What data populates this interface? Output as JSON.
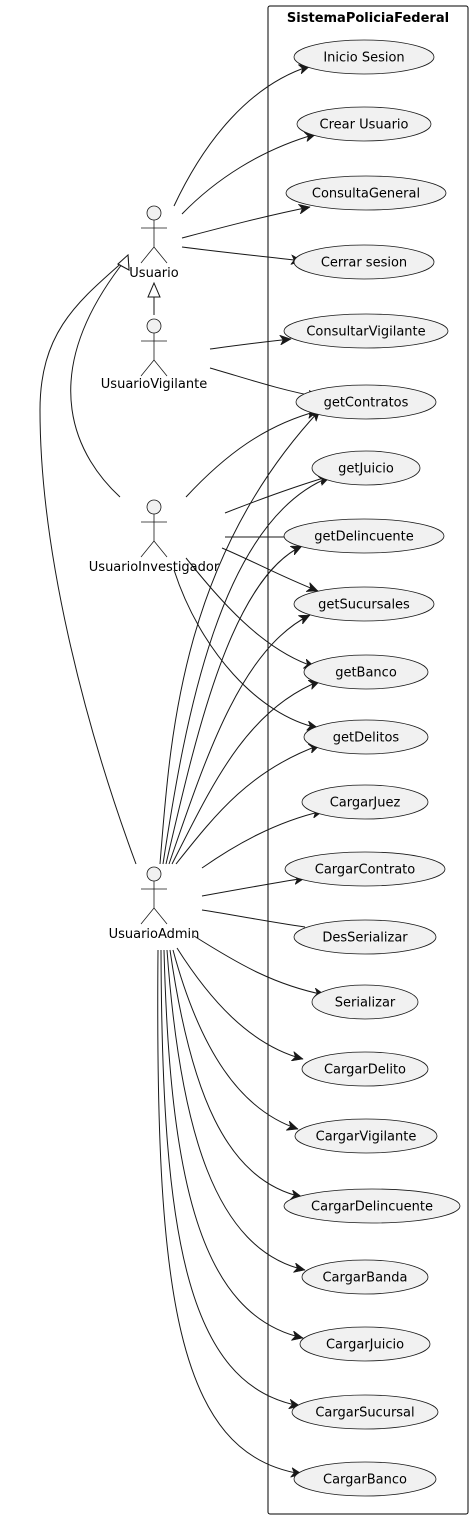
{
  "system": {
    "name": "SistemaPoliciaFederal"
  },
  "actors": [
    {
      "id": "usuario",
      "label": "Usuario"
    },
    {
      "id": "vigilante",
      "label": "UsuarioVigilante"
    },
    {
      "id": "investigador",
      "label": "UsuarioInvestigador"
    },
    {
      "id": "admin",
      "label": "UsuarioAdmin"
    }
  ],
  "use_cases": [
    {
      "id": "inicio",
      "label": "Inicio Sesion"
    },
    {
      "id": "crear",
      "label": "Crear Usuario"
    },
    {
      "id": "consulta",
      "label": "ConsultaGeneral"
    },
    {
      "id": "cerrar",
      "label": "Cerrar sesion"
    },
    {
      "id": "consultarvig",
      "label": "ConsultarVigilante"
    },
    {
      "id": "getcontratos",
      "label": "getContratos"
    },
    {
      "id": "getjuicio",
      "label": "getJuicio"
    },
    {
      "id": "getdelincuente",
      "label": "getDelincuente"
    },
    {
      "id": "getsucursales",
      "label": "getSucursales"
    },
    {
      "id": "getbanco",
      "label": "getBanco"
    },
    {
      "id": "getdelitos",
      "label": "getDelitos"
    },
    {
      "id": "cargarjuez",
      "label": "CargarJuez"
    },
    {
      "id": "cargarcontrato",
      "label": "CargarContrato"
    },
    {
      "id": "desserializar",
      "label": "DesSerializar"
    },
    {
      "id": "serializar",
      "label": "Serializar"
    },
    {
      "id": "cargardelito",
      "label": "CargarDelito"
    },
    {
      "id": "cargarvigilante",
      "label": "CargarVigilante"
    },
    {
      "id": "cargardelincuente",
      "label": "CargarDelincuente"
    },
    {
      "id": "cargarbanda",
      "label": "CargarBanda"
    },
    {
      "id": "cargarjuicio",
      "label": "CargarJuicio"
    },
    {
      "id": "cargarsucursal",
      "label": "CargarSucursal"
    },
    {
      "id": "cargarbanco",
      "label": "CargarBanco"
    }
  ],
  "generalizations": [
    {
      "from": "vigilante",
      "to": "usuario"
    },
    {
      "from": "investigador",
      "to": "usuario"
    },
    {
      "from": "admin",
      "to": "usuario"
    }
  ],
  "associations": [
    {
      "actor": "usuario",
      "use_case": "inicio"
    },
    {
      "actor": "usuario",
      "use_case": "crear"
    },
    {
      "actor": "usuario",
      "use_case": "consulta"
    },
    {
      "actor": "usuario",
      "use_case": "cerrar"
    },
    {
      "actor": "vigilante",
      "use_case": "consultarvig"
    },
    {
      "actor": "vigilante",
      "use_case": "getcontratos"
    },
    {
      "actor": "investigador",
      "use_case": "getcontratos"
    },
    {
      "actor": "investigador",
      "use_case": "getjuicio"
    },
    {
      "actor": "investigador",
      "use_case": "getdelincuente"
    },
    {
      "actor": "investigador",
      "use_case": "getsucursales"
    },
    {
      "actor": "investigador",
      "use_case": "getbanco"
    },
    {
      "actor": "investigador",
      "use_case": "getdelitos"
    },
    {
      "actor": "admin",
      "use_case": "getcontratos"
    },
    {
      "actor": "admin",
      "use_case": "getjuicio"
    },
    {
      "actor": "admin",
      "use_case": "getdelincuente"
    },
    {
      "actor": "admin",
      "use_case": "getsucursales"
    },
    {
      "actor": "admin",
      "use_case": "getbanco"
    },
    {
      "actor": "admin",
      "use_case": "getdelitos"
    },
    {
      "actor": "admin",
      "use_case": "cargarjuez"
    },
    {
      "actor": "admin",
      "use_case": "cargarcontrato"
    },
    {
      "actor": "admin",
      "use_case": "desserializar",
      "arrow": false
    },
    {
      "actor": "admin",
      "use_case": "serializar"
    },
    {
      "actor": "admin",
      "use_case": "cargardelito"
    },
    {
      "actor": "admin",
      "use_case": "cargarvigilante"
    },
    {
      "actor": "admin",
      "use_case": "cargardelincuente"
    },
    {
      "actor": "admin",
      "use_case": "cargarbanda"
    },
    {
      "actor": "admin",
      "use_case": "cargarjuicio"
    },
    {
      "actor": "admin",
      "use_case": "cargarsucursal"
    },
    {
      "actor": "admin",
      "use_case": "cargarbanco"
    }
  ]
}
